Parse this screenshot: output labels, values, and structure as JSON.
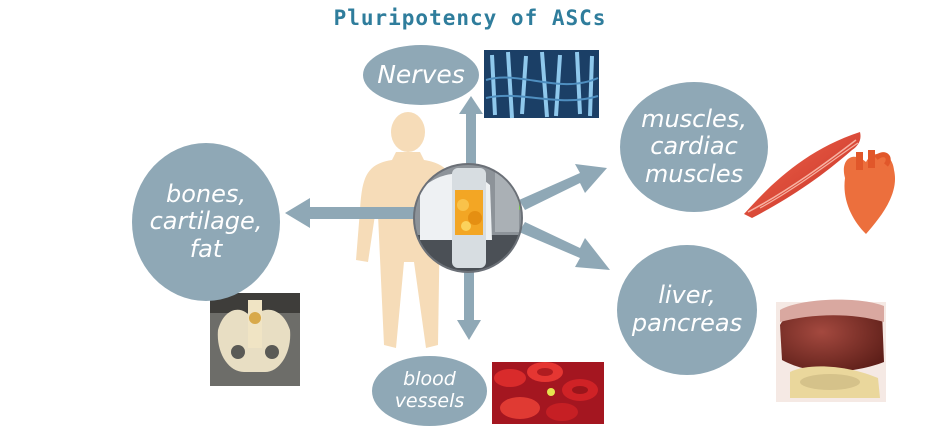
{
  "title": "Pluripotency of ASCs",
  "bubbles": {
    "nerves": [
      "Nerves"
    ],
    "muscles": [
      "muscles,",
      "cardiac",
      "muscles"
    ],
    "bones": [
      "bones,",
      "cartilage,",
      "fat"
    ],
    "liver": [
      "liver,",
      "pancreas"
    ],
    "blood": [
      "blood",
      "vessels"
    ]
  },
  "colors": {
    "title": "#2f7d9c",
    "bubble": "#8fa8b6",
    "arrow": "#8fa8b6",
    "figure": "#f6dcb8"
  },
  "icons": [
    "nerve-tissue-icon",
    "muscle-heart-icon",
    "pelvis-bone-icon",
    "liver-pancreas-icon",
    "blood-cells-icon",
    "stem-cell-tube-icon"
  ]
}
